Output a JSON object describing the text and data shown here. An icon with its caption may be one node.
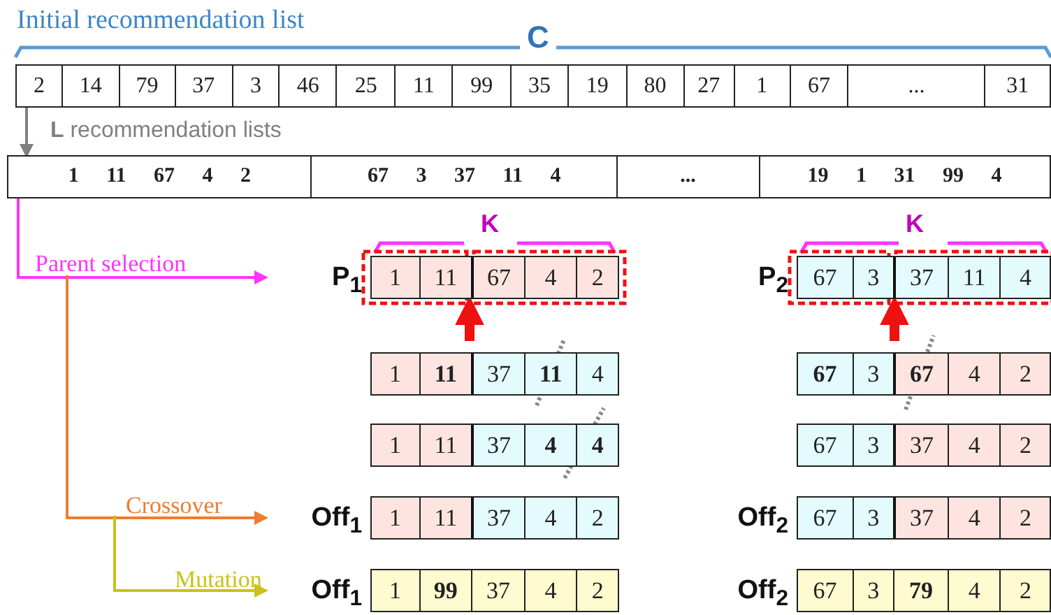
{
  "diagram": {
    "nodes": [
      {
        "text": [
          "2",
          "14",
          "79",
          "37",
          "3",
          "46",
          "25",
          "11",
          "99",
          "35",
          "19",
          "80",
          "27",
          "1",
          "67",
          "...",
          "31"
        ]
      },
      {
        "text": [
          "1 11 67 4 2",
          "67 3 37 11 4",
          "...",
          "19 1 31 99 4"
        ]
      },
      {
        "text": [
          "1",
          "11",
          "67",
          "4",
          "2"
        ],
        "beside": [
          "P$_{1}$"
        ]
      },
      {
        "text": [
          "67",
          "3",
          "37",
          "11",
          "4"
        ],
        "beside": [
          "P$_{2}$"
        ]
      },
      {
        "text": [
          "1",
          "**11**",
          "37",
          "**11**",
          "4"
        ]
      },
      {
        "text": [
          "**67**",
          "3",
          "**67**",
          "4",
          "2"
        ]
      },
      {
        "text": [
          "1",
          "11",
          "37",
          "**4**",
          "**4**"
        ]
      },
      {
        "text": [
          "67",
          "3",
          "37",
          "4",
          "2"
        ]
      },
      {
        "text": [
          "1",
          "11",
          "37",
          "4",
          "2"
        ],
        "beside": [
          "Off$_{1}$"
        ]
      },
      {
        "text": [
          "67",
          "3",
          "37",
          "4",
          "2"
        ],
        "beside": [
          "Off$_{2}$"
        ]
      },
      {
        "text": [
          "1",
          "**99**",
          "37",
          "4",
          "2"
        ],
        "beside": [
          "Off$_{1}$"
        ]
      },
      {
        "text": [
          "67",
          "3",
          "**79**",
          "4",
          "2"
        ],
        "beside": [
          "Off$_{2}$"
        ]
      }
    ],
    "edges": [
      {
        "from": 0,
        "to": 1,
        "arrow": "to",
        "label": "**L** recommendation lists",
        "color": "#808080"
      },
      {
        "from": 1,
        "to": 2,
        "arrow": "to",
        "label": "Parent selection",
        "color": "#ff33ff"
      },
      {
        "from": null,
        "to": 8,
        "arrow": "to",
        "label": "Crossover",
        "color": "#ed7d31"
      },
      {
        "from": null,
        "to": 10,
        "arrow": "to",
        "label": "Mutation",
        "color": "#c9c21a"
      },
      {
        "from": 4,
        "to": 2,
        "arrow": "to",
        "style": "thick",
        "color": "#ee1111"
      },
      {
        "from": 5,
        "to": 3,
        "arrow": "to",
        "style": "thick",
        "color": "#ee1111"
      }
    ],
    "labels": [
      "Initial recommendation list",
      "C",
      "K",
      "K"
    ]
  }
}
